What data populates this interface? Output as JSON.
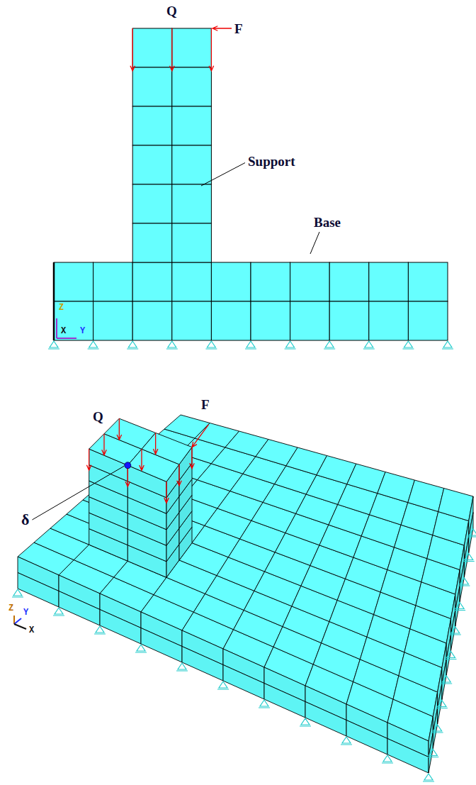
{
  "diagram": {
    "labels": [
      "Q",
      "F",
      "Support",
      "Base",
      "Z",
      "X",
      "Y",
      "F",
      "Q",
      "δ",
      "Z",
      "Y",
      "X"
    ]
  }
}
